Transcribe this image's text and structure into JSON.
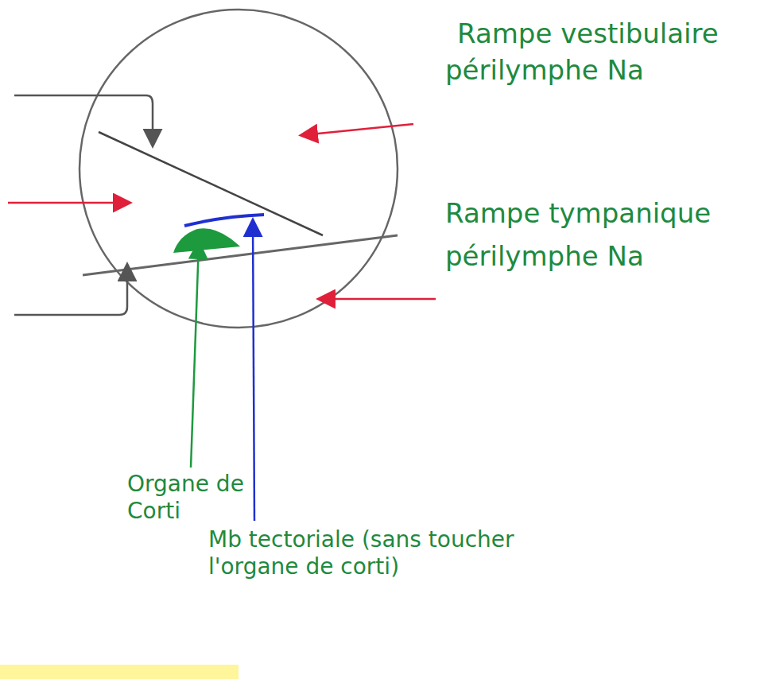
{
  "diagram": {
    "labels": [
      "Rampe vestibulaire",
      "périlymphe Na",
      "Rampe tympanique",
      "périlymphe Na",
      "Organe de Corti",
      "Mb tectoriale (sans toucher l'organe de corti)"
    ]
  }
}
